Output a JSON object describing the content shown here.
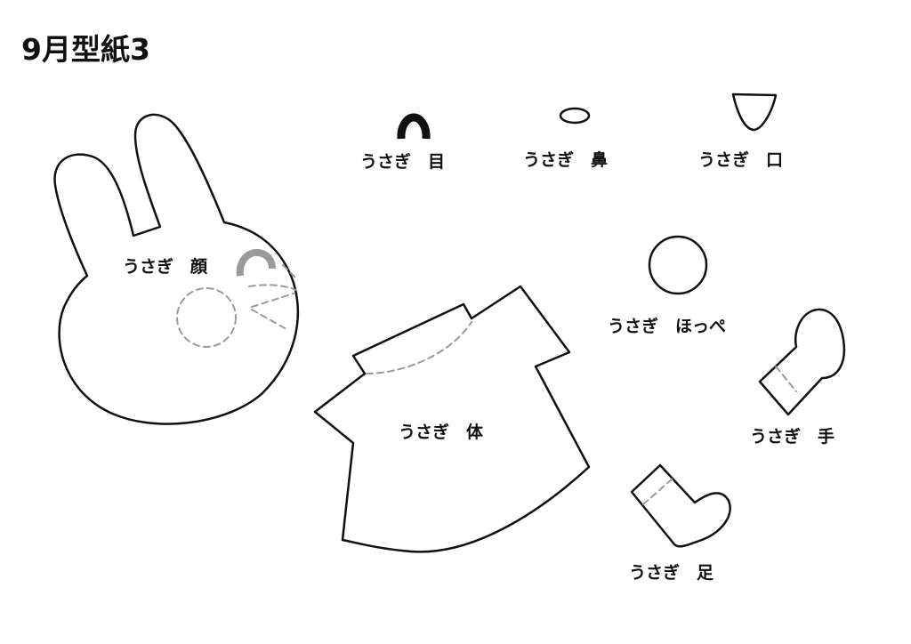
{
  "title": "9月型紙3",
  "colors": {
    "outline": "#111111",
    "dash": "#9a9a9a",
    "eye_marker": "#9a9a9a",
    "eye_piece": "#111111",
    "background": "#ffffff"
  },
  "pieces": {
    "face": "うさぎ　顔",
    "eye": "うさぎ　目",
    "nose": "うさぎ　鼻",
    "mouth": "うさぎ　口",
    "cheek": "うさぎ　ほっぺ",
    "body": "うさぎ　体",
    "hand": "うさぎ　手",
    "foot": "うさぎ　足"
  }
}
